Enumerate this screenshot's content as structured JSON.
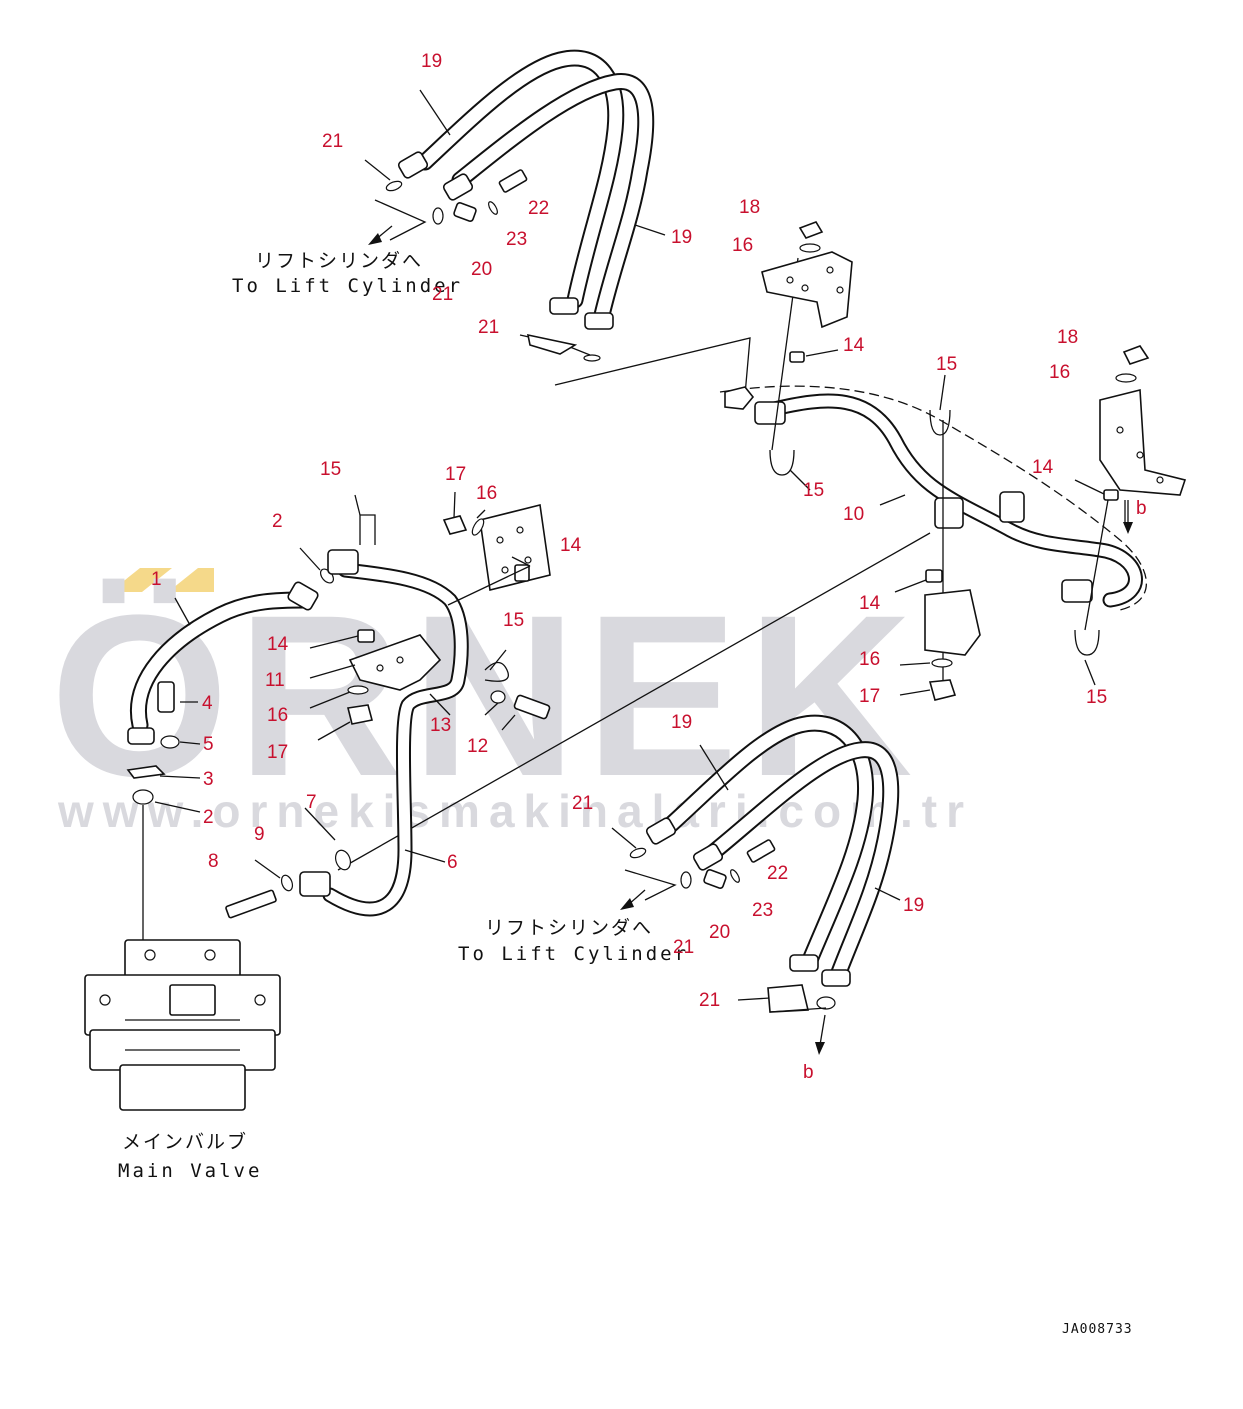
{
  "watermark": {
    "brand": "ÖRNEK",
    "url": "www.ornekismakinalari.com.tr",
    "accent_color": "#f5d98a",
    "text_color": "#d9d9de"
  },
  "labels": {
    "to_lift_cylinder_jp": "リフトシリンダへ",
    "to_lift_cylinder_en": "To Lift Cylinder",
    "main_valve_jp": "メインバルブ",
    "main_valve_en": "Main Valve",
    "drawing_code": "JA008733"
  },
  "callout_color": "#c8102e",
  "callouts": [
    {
      "id": "c1",
      "text": "1"
    },
    {
      "id": "c2a",
      "text": "2"
    },
    {
      "id": "c2b",
      "text": "2"
    },
    {
      "id": "c3",
      "text": "3"
    },
    {
      "id": "c4",
      "text": "4"
    },
    {
      "id": "c5",
      "text": "5"
    },
    {
      "id": "c6",
      "text": "6"
    },
    {
      "id": "c7",
      "text": "7"
    },
    {
      "id": "c8",
      "text": "8"
    },
    {
      "id": "c9",
      "text": "9"
    },
    {
      "id": "c10",
      "text": "10"
    },
    {
      "id": "c11",
      "text": "11"
    },
    {
      "id": "c12",
      "text": "12"
    },
    {
      "id": "c13",
      "text": "13"
    },
    {
      "id": "c14a",
      "text": "14"
    },
    {
      "id": "c14b",
      "text": "14"
    },
    {
      "id": "c14c",
      "text": "14"
    },
    {
      "id": "c14d",
      "text": "14"
    },
    {
      "id": "c14e",
      "text": "14"
    },
    {
      "id": "c15a",
      "text": "15"
    },
    {
      "id": "c15b",
      "text": "15"
    },
    {
      "id": "c15c",
      "text": "15"
    },
    {
      "id": "c15d",
      "text": "15"
    },
    {
      "id": "c15e",
      "text": "15"
    },
    {
      "id": "c16a",
      "text": "16"
    },
    {
      "id": "c16b",
      "text": "16"
    },
    {
      "id": "c16c",
      "text": "16"
    },
    {
      "id": "c16d",
      "text": "16"
    },
    {
      "id": "c16e",
      "text": "16"
    },
    {
      "id": "c17a",
      "text": "17"
    },
    {
      "id": "c17b",
      "text": "17"
    },
    {
      "id": "c17c",
      "text": "17"
    },
    {
      "id": "c18a",
      "text": "18"
    },
    {
      "id": "c18b",
      "text": "18"
    },
    {
      "id": "c19a",
      "text": "19"
    },
    {
      "id": "c19b",
      "text": "19"
    },
    {
      "id": "c19c",
      "text": "19"
    },
    {
      "id": "c19d",
      "text": "19"
    },
    {
      "id": "c20a",
      "text": "20"
    },
    {
      "id": "c20b",
      "text": "20"
    },
    {
      "id": "c21a",
      "text": "21"
    },
    {
      "id": "c21b",
      "text": "21"
    },
    {
      "id": "c21c",
      "text": "21"
    },
    {
      "id": "c21d",
      "text": "21"
    },
    {
      "id": "c21e",
      "text": "21"
    },
    {
      "id": "c21f",
      "text": "21"
    },
    {
      "id": "c22a",
      "text": "22"
    },
    {
      "id": "c22b",
      "text": "22"
    },
    {
      "id": "c23a",
      "text": "23"
    },
    {
      "id": "c23b",
      "text": "23"
    },
    {
      "id": "cba",
      "text": "b"
    },
    {
      "id": "cbb",
      "text": "b"
    }
  ]
}
